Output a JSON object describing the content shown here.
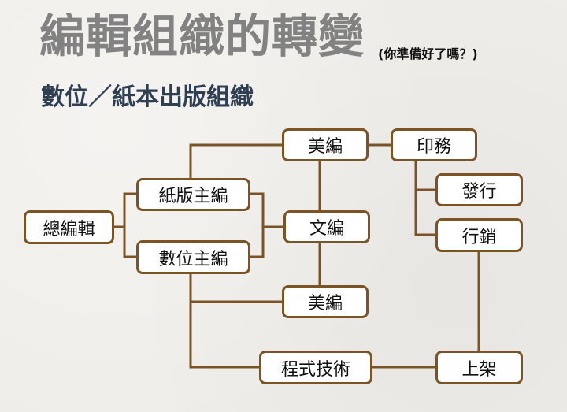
{
  "slide": {
    "title": "編輯組織的轉變",
    "title_note": "(你準備好了嗎？)",
    "subtitle": "數位／紙本出版組織"
  },
  "colors": {
    "box_border": "#7b5425",
    "connector": "#7b5425",
    "title": "#828282",
    "subtitle": "#2e3f52"
  },
  "nodes": {
    "chief_editor": "總編輯",
    "print_editor": "紙版主編",
    "digital_editor": "數位主編",
    "art_editor_1": "美編",
    "text_editor": "文編",
    "art_editor_2": "美編",
    "programming": "程式技術",
    "printing": "印務",
    "distribution": "發行",
    "marketing": "行銷",
    "shelving": "上架"
  }
}
